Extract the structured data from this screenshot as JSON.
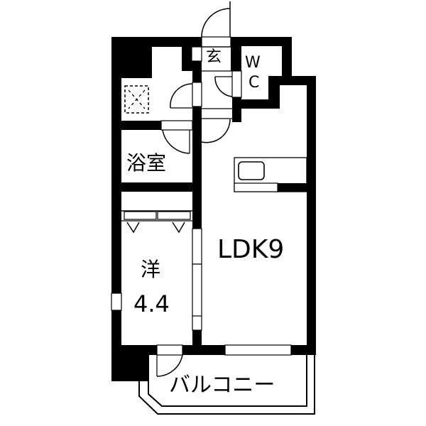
{
  "floor_plan": {
    "type": "apartment-floor-plan",
    "layout": "1LDK",
    "rooms": [
      {
        "id": "entrance",
        "label": "玄",
        "meaning": "entrance"
      },
      {
        "id": "toilet",
        "label_line1": "W",
        "label_line2": "C",
        "meaning": "toilet"
      },
      {
        "id": "bathroom",
        "label": "浴室",
        "meaning": "bathroom"
      },
      {
        "id": "western-room",
        "label": "洋",
        "size": "4.4",
        "meaning": "western-style room (4.4 tatami)"
      },
      {
        "id": "ldk",
        "label": "LDK9",
        "meaning": "living-dining-kitchen (9 tatami)"
      },
      {
        "id": "balcony",
        "label": "バルコニー",
        "meaning": "balcony"
      }
    ],
    "fixtures": [
      {
        "id": "washing-machine-space",
        "symbol": "dashed-box-with-x"
      },
      {
        "id": "kitchen-counter",
        "symbol": "counter-with-sink"
      },
      {
        "id": "closet",
        "symbol": "sliding-closet"
      }
    ],
    "colors": {
      "wall": "#000000",
      "background": "#ffffff"
    }
  }
}
